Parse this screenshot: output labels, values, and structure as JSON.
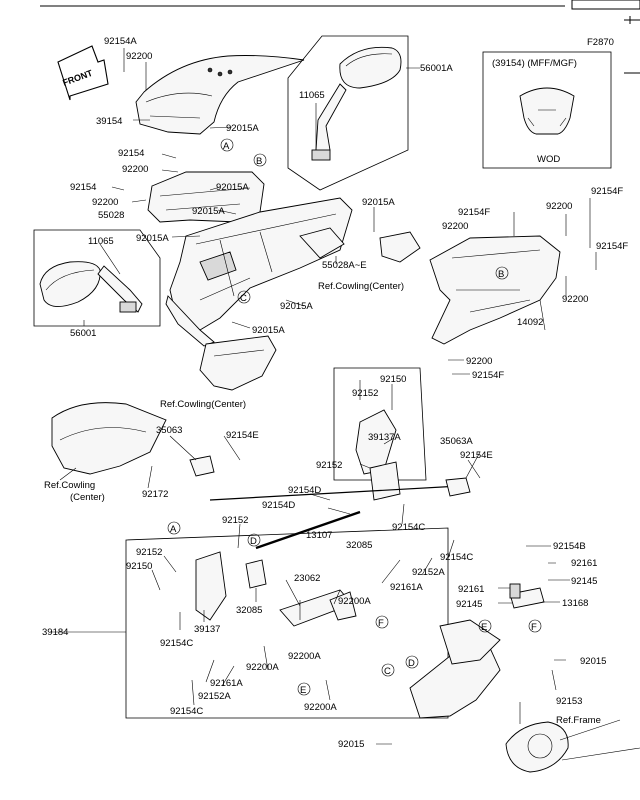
{
  "figure_code": "F2870",
  "inset": {
    "header": "(39154) (MFF/MGF)",
    "caption": "WOD"
  },
  "front_arrow": "FRONT",
  "callouts": [
    "A",
    "B",
    "C",
    "D",
    "E",
    "F"
  ],
  "labels": {
    "l_92154A": "92154A",
    "l_92200_a": "92200",
    "l_39154": "39154",
    "l_92015A_a": "92015A",
    "l_92154_a": "92154",
    "l_92200_b": "92200",
    "l_92015A_b": "92015A",
    "l_92154_b": "92154",
    "l_92200_c": "92200",
    "l_55028": "55028",
    "l_92015A_c": "92015A",
    "l_92015A_d": "92015A",
    "l_11065_a": "11065",
    "l_56001A": "56001A",
    "l_92015A_e": "92015A",
    "l_55028AE": "55028A~E",
    "l_92015A_f": "92015A",
    "l_92015A_g": "92015A",
    "l_11065_b": "11065",
    "l_56001": "56001",
    "l_92154F_a": "92154F",
    "l_92200_d": "92200",
    "l_92154F_b": "92154F",
    "l_92200_e": "92200",
    "l_92154F_c": "92154F",
    "l_92200_f": "92200",
    "l_14092": "14092",
    "l_92200_g": "92200",
    "l_92154F_d": "92154F",
    "l_92172": "92172",
    "l_35063": "35063",
    "l_92154E_a": "92154E",
    "l_92150_a": "92150",
    "l_92152_a": "92152",
    "l_39137A": "39137A",
    "l_35063A": "35063A",
    "l_92154E_b": "92154E",
    "l_92152_b": "92152",
    "l_92154D_a": "92154D",
    "l_92154D_b": "92154D",
    "l_92154C_a": "92154C",
    "l_92152_c": "92152",
    "l_32085_a": "32085",
    "l_13107": "13107",
    "l_92152_d": "92152",
    "l_92150_b": "92150",
    "l_23062": "23062",
    "l_92154C_b": "92154C",
    "l_92152A_a": "92152A",
    "l_92161A_a": "92161A",
    "l_92200A_a": "92200A",
    "l_32085_b": "32085",
    "l_39137": "39137",
    "l_92154C_c": "92154C",
    "l_39184": "39184",
    "l_92200A_b": "92200A",
    "l_92200A_c": "92200A",
    "l_92161A_b": "92161A",
    "l_92152A_b": "92152A",
    "l_92154C_d": "92154C",
    "l_92200A_d": "92200A",
    "l_92154B": "92154B",
    "l_92161_a": "92161",
    "l_92145_a": "92145",
    "l_92161_b": "92161",
    "l_92145_b": "92145",
    "l_13168": "13168",
    "l_92015_a": "92015",
    "l_92153": "92153",
    "l_92015_b": "92015"
  },
  "references": {
    "r_cowl_center_a": "Ref.Cowling(Center)",
    "r_cowl_center_b": "Ref.Cowling(Center)",
    "r_cowl_c1": "Ref.Cowling",
    "r_cowl_c2": "(Center)",
    "r_frame": "Ref.Frame"
  }
}
